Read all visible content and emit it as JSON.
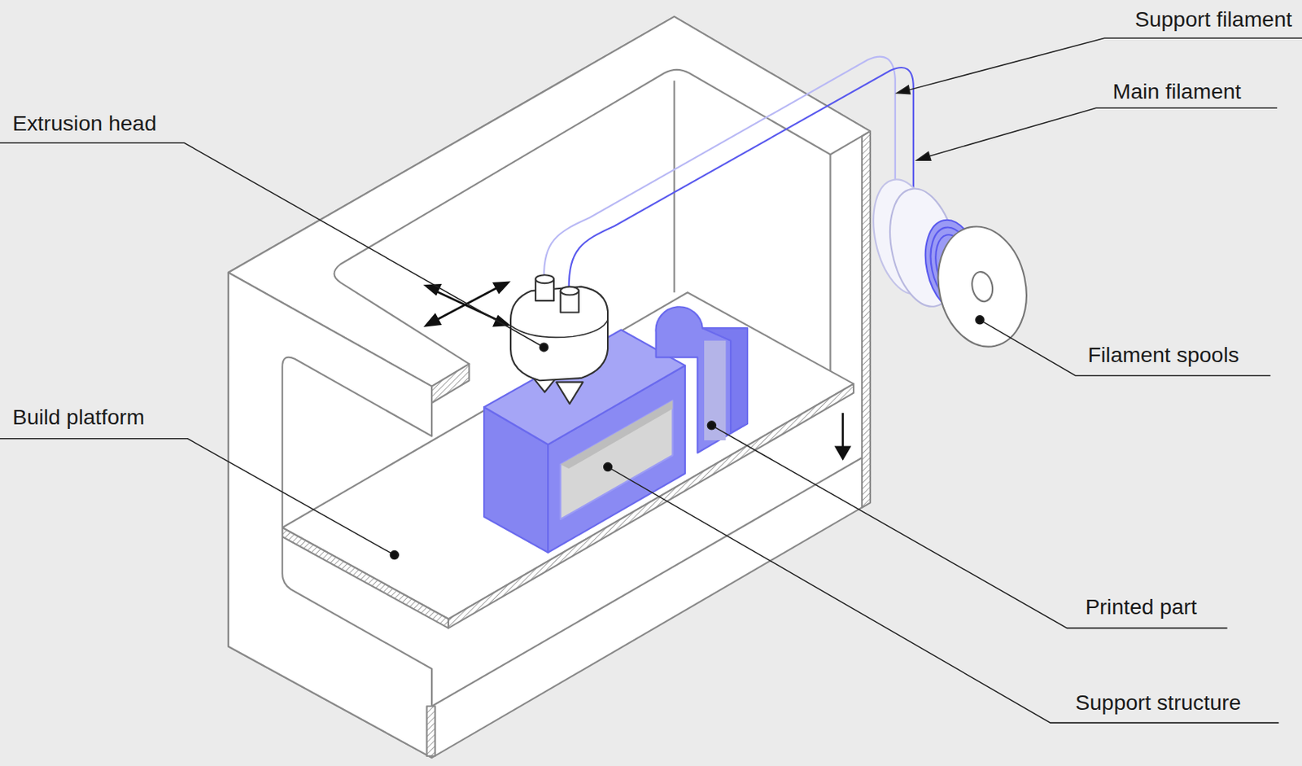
{
  "diagram": {
    "labels": [
      "Support filament",
      "Main filament",
      "Extrusion head",
      "Build platform",
      "Filament spools",
      "Printed part",
      "Support structure"
    ]
  }
}
